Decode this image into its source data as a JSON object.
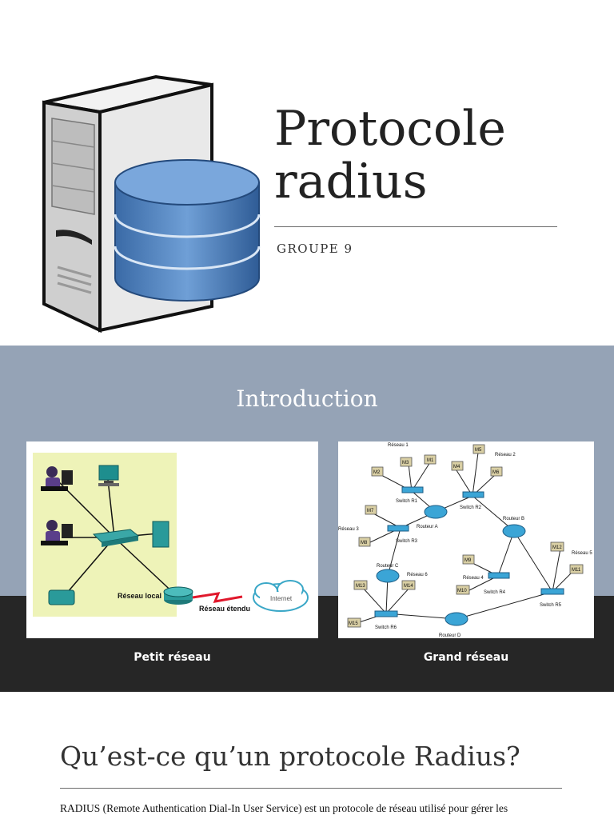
{
  "hero": {
    "title_line1": "Protocole",
    "title_line2": "radius",
    "subtitle": "GROUPE 9"
  },
  "intro": {
    "title": "Introduction",
    "small_network": {
      "caption": "Petit réseau",
      "labels": {
        "local": "Réseau local",
        "wide": "Réseau étendu",
        "internet": "Internet"
      }
    },
    "large_network": {
      "caption": "Grand réseau",
      "labels": {
        "r1": "Réseau 1",
        "r2": "Réseau 2",
        "r3": "Réseau 3",
        "r4": "Réseau 4",
        "r5": "Réseau 5",
        "r6": "Réseau 6",
        "sw_r1": "Switch R1",
        "sw_r2": "Switch R2",
        "sw_r3": "Switch R3",
        "sw_r4": "Switch R4",
        "sw_r5": "Switch R5",
        "sw_r6": "Switch R6",
        "rt_a": "Routeur A",
        "rt_b": "Routeur B",
        "rt_c": "Routeur C",
        "rt_d": "Routeur D",
        "m1": "M1",
        "m2": "M2",
        "m3": "M3",
        "m4": "M4",
        "m5": "M5",
        "m6": "M6",
        "m7": "M7",
        "m8": "M8",
        "m9": "M9",
        "m10": "M10",
        "m11": "M11",
        "m12": "M12",
        "m13": "M13",
        "m14": "M14",
        "m15": "M15"
      }
    }
  },
  "section": {
    "heading": "Qu’est-ce qu’un protocole Radius?",
    "body": "RADIUS (Remote Authentication Dial-In User Service) est un protocole de réseau utilisé pour gérer les"
  },
  "colors": {
    "intro_band": "#95a3b6",
    "dark_band": "#262626",
    "db_blue": "#4f7fb8"
  }
}
